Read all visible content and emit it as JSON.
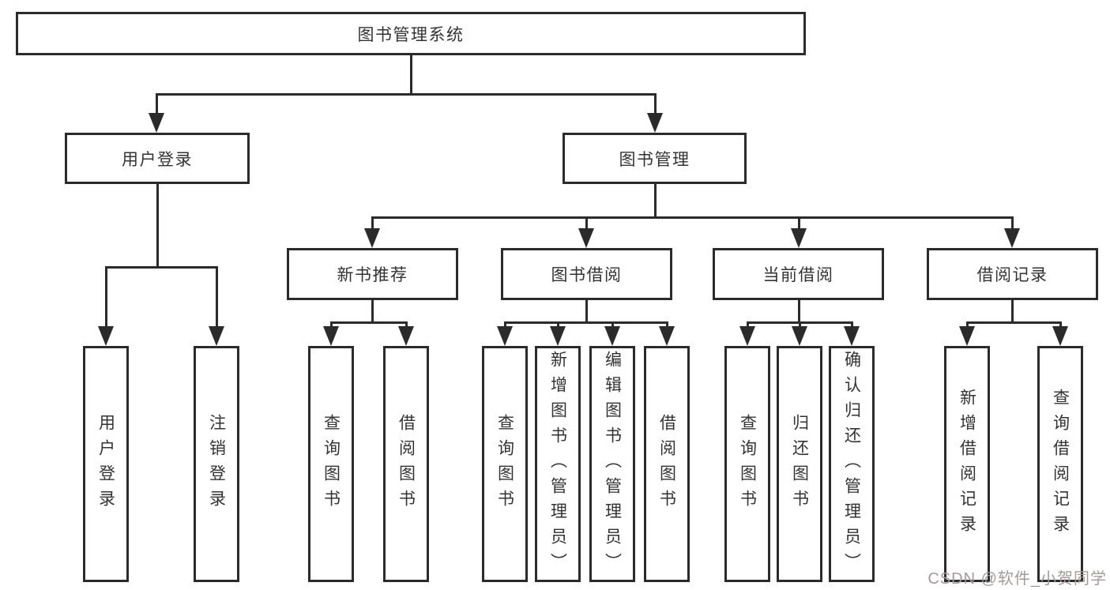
{
  "diagram": {
    "root": {
      "label": "图书管理系统"
    },
    "branches": [
      {
        "label": "用户登录",
        "children": [
          {
            "label": "用户登录"
          },
          {
            "label": "注销登录"
          }
        ]
      },
      {
        "label": "图书管理",
        "children": [
          {
            "label": "新书推荐",
            "children": [
              {
                "label": "查询图书"
              },
              {
                "label": "借阅图书"
              }
            ]
          },
          {
            "label": "图书借阅",
            "children": [
              {
                "label": "查询图书"
              },
              {
                "label": "新增图书（管理员）"
              },
              {
                "label": "编辑图书（管理员）"
              },
              {
                "label": "借阅图书"
              }
            ]
          },
          {
            "label": "当前借阅",
            "children": [
              {
                "label": "查询图书"
              },
              {
                "label": "归还图书"
              },
              {
                "label": "确认归还（管理员）"
              }
            ]
          },
          {
            "label": "借阅记录",
            "children": [
              {
                "label": "新增借阅记录"
              },
              {
                "label": "查询借阅记录"
              }
            ]
          }
        ]
      }
    ]
  },
  "watermark": {
    "text": "CSDN @软件_小贺同学"
  },
  "colors": {
    "line": "#2b2b2b",
    "box_border": "#2b2b2b",
    "text": "#333333",
    "watermark": "#a29a9a",
    "background": "#ffffff"
  }
}
